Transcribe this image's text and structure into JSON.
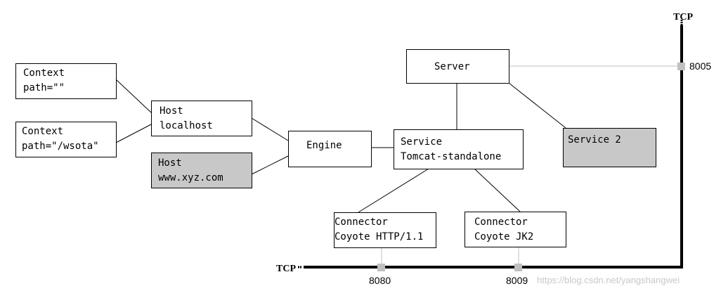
{
  "nodes": {
    "context_root": {
      "line1": "Context",
      "line2": "path=\"\""
    },
    "context_wsota": {
      "line1": "Context",
      "line2": "path=\"/wsota\""
    },
    "host_localhost": {
      "line1": "Host",
      "line2": "localhost"
    },
    "host_xyz": {
      "line1": "Host",
      "line2": "www.xyz.com"
    },
    "engine": {
      "line1": "Engine"
    },
    "service": {
      "line1": "Service",
      "line2": "Tomcat-standalone"
    },
    "server": {
      "line1": "Server"
    },
    "service2": {
      "line1": "Service 2"
    },
    "connector_http": {
      "line1": "Connector",
      "line2": "Coyote HTTP/1.1"
    },
    "connector_jk2": {
      "line1": "Connector",
      "line2": "Coyote JK2"
    }
  },
  "tcp": {
    "label_top": "TCP",
    "label_bottom": "TCP",
    "port_server": "8005",
    "port_http": "8080",
    "port_jk2": "8009"
  },
  "watermark": "https://blog.csdn.net/yangshangwei",
  "colors": {
    "box": "#ffffff",
    "box_inactive": "#c8c8c8",
    "port": "#c0c0c0",
    "bus": "#000000"
  }
}
